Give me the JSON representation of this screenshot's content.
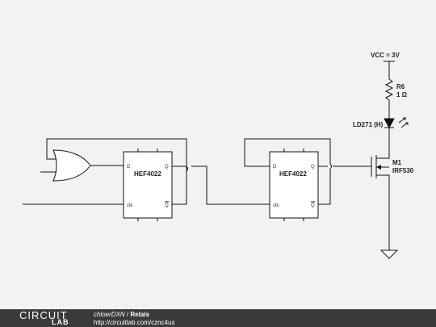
{
  "components": {
    "vcc": "VCC = 3V",
    "resistor_name": "R6",
    "resistor_value": "1 Ω",
    "led": "LD271 (H)",
    "mosfet_name": "M1",
    "mosfet_model": "IRF530",
    "ic1": "HEF4022",
    "ic2": "HEF4022",
    "pin_d": "D",
    "pin_q": "Q",
    "pin_clk": "clk"
  },
  "footer": {
    "logo_top": "CIRCUIT",
    "logo_bottom": "LAB",
    "author": "chloerDXN",
    "separator": " / ",
    "title": "Relais",
    "url": "http://circuitlab.com/cznc4us"
  },
  "colors": {
    "background": "#f2f2f2",
    "footer": "#3a3a3a",
    "wire": "#111111"
  }
}
